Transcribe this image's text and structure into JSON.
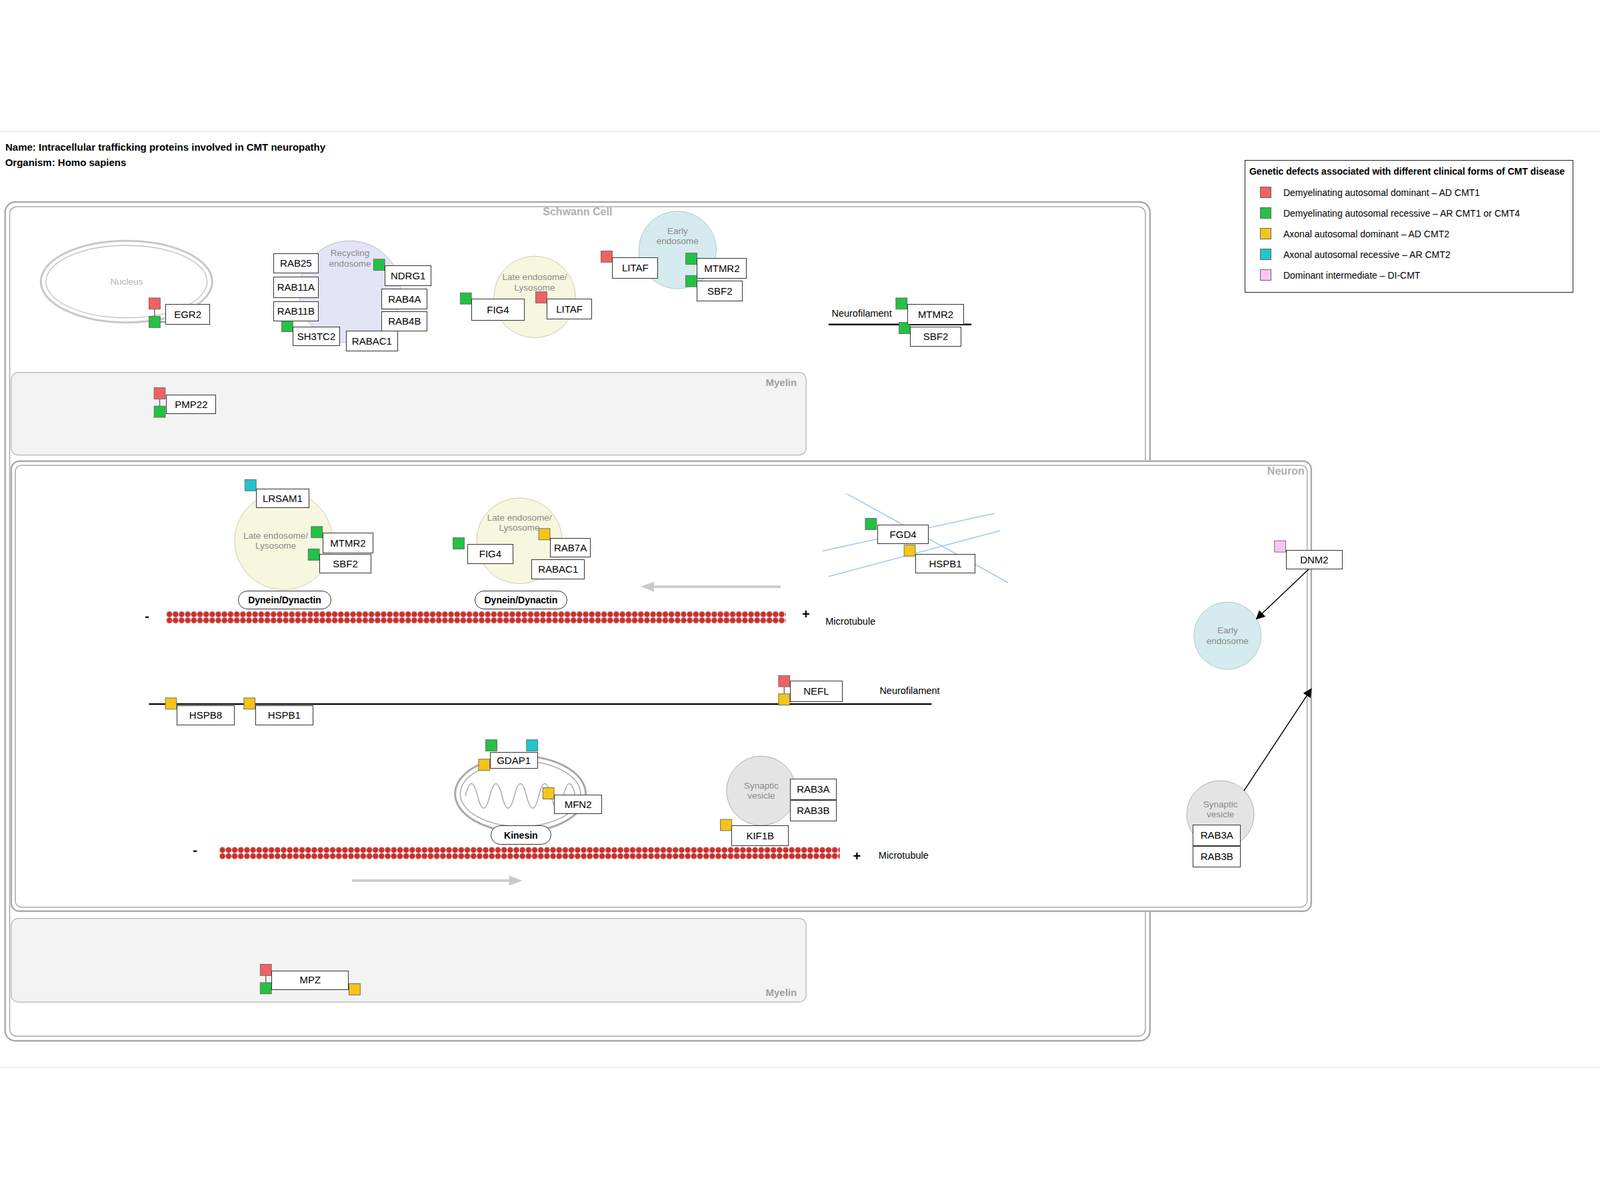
{
  "diagram": {
    "title": "Name: Intracellular trafficking proteins involved in CMT neuropathy",
    "nodes": [
      {
        "text": [
          "Schwann Cell"
        ]
      },
      {
        "text": [
          "Nucleus"
        ],
        "in": 0
      },
      {
        "text": [
          "EGR2"
        ],
        "in": 0
      },
      {
        "text": [
          "Recycling endosome"
        ],
        "in": 0
      },
      {
        "text": [
          "RAB25"
        ],
        "in": 0
      },
      {
        "text": [
          "RAB11A"
        ],
        "in": 0
      },
      {
        "text": [
          "RAB11B"
        ],
        "in": 0
      },
      {
        "text": [
          "SH3TC2"
        ],
        "in": 0
      },
      {
        "text": [
          "RABAC1"
        ],
        "in": 0
      },
      {
        "text": [
          "NDRG1"
        ],
        "in": 0
      },
      {
        "text": [
          "RAB4A"
        ],
        "in": 0
      },
      {
        "text": [
          "RAB4B"
        ],
        "in": 0
      },
      {
        "text": [
          "Late endosome/ Lysosome"
        ],
        "in": 0
      },
      {
        "text": [
          "FIG4"
        ],
        "in": 0
      },
      {
        "text": [
          "LITAF"
        ],
        "in": 0
      },
      {
        "text": [
          "Early endosome"
        ],
        "in": 0
      },
      {
        "text": [
          "LITAF"
        ],
        "in": 0
      },
      {
        "text": [
          "MTMR2"
        ],
        "in": 0
      },
      {
        "text": [
          "SBF2"
        ],
        "in": 0
      },
      {
        "text": [
          "MTMR2"
        ],
        "in": 0
      },
      {
        "text": [
          "SBF2"
        ],
        "in": 0
      },
      {
        "text": [
          "Myelin"
        ],
        "in": 0
      },
      {
        "text": [
          "PMP22"
        ],
        "in": 21
      },
      {
        "text": [
          "Neuron"
        ]
      },
      {
        "text": [
          "Late endosome/ Lysosome"
        ],
        "in": 23
      },
      {
        "text": [
          "LRSAM1"
        ],
        "in": 23
      },
      {
        "text": [
          "MTMR2"
        ],
        "in": 23
      },
      {
        "text": [
          "SBF2"
        ],
        "in": 23
      },
      {
        "text": [
          "Dynein/Dynactin"
        ],
        "in": 23
      },
      {
        "text": [
          "Late endosome/ Lysosome"
        ],
        "in": 23
      },
      {
        "text": [
          "FIG4"
        ],
        "in": 23
      },
      {
        "text": [
          "RAB7A"
        ],
        "in": 23
      },
      {
        "text": [
          "RABAC1"
        ],
        "in": 23
      },
      {
        "text": [
          "Dynein/Dynactin"
        ],
        "in": 23
      },
      {
        "text": [
          "FGD4"
        ],
        "in": 23
      },
      {
        "text": [
          "HSPB1"
        ],
        "in": 23
      },
      {
        "text": [
          "DNM2"
        ],
        "in": 23
      },
      {
        "text": [
          "Early endosome"
        ],
        "in": 23
      },
      {
        "text": [
          "HSPB8"
        ],
        "in": 23
      },
      {
        "text": [
          "HSPB1"
        ],
        "in": 23
      },
      {
        "text": [
          "NEFL"
        ],
        "in": 23
      },
      {
        "text": [
          "GDAP1"
        ],
        "in": 23
      },
      {
        "text": [
          "MFN2"
        ],
        "in": 23
      },
      {
        "text": [
          "Kinesin"
        ],
        "in": 23
      },
      {
        "text": [
          "Synaptic vesicle"
        ],
        "in": 23
      },
      {
        "text": [
          "RAB3A"
        ],
        "in": 23
      },
      {
        "text": [
          "RAB3B"
        ],
        "in": 23
      },
      {
        "text": [
          "KIF1B"
        ],
        "in": 23
      },
      {
        "text": [
          "Synaptic vesicle"
        ],
        "in": 23
      },
      {
        "text": [
          "RAB3A"
        ],
        "in": 23
      },
      {
        "text": [
          "RAB3B"
        ],
        "in": 23
      },
      {
        "text": [
          "Myelin"
        ],
        "in": 0
      },
      {
        "text": [
          "MPZ"
        ],
        "in": 51
      }
    ],
    "edges": [
      {
        "from": 36,
        "to": 37,
        "arrow": "to"
      },
      {
        "from": 48,
        "to": 23,
        "arrow": "to"
      }
    ],
    "labels": [
      "Organism: Homo sapiens",
      "Genetic defects associated with different clinical forms of CMT disease",
      "Neurofilament",
      "-",
      "+",
      "Microtubule",
      "Neurofilament",
      "-",
      "+",
      "Microtubule"
    ],
    "legend": [
      {
        "text": "Demyelinating autosomal dominant – AD CMT1",
        "color": "#f06262"
      },
      {
        "text": "Demyelinating autosomal recessive – AR CMT1 or CMT4",
        "color": "#23c244"
      },
      {
        "text": "Axonal autosomal dominant – AD CMT2",
        "color": "#f4c518"
      },
      {
        "text": "Axonal autosomal recessive – AR CMT2",
        "color": "#20c6cb"
      },
      {
        "text": "Dominant intermediate – DI-CMT",
        "color": "#f8c8f3"
      }
    ]
  }
}
